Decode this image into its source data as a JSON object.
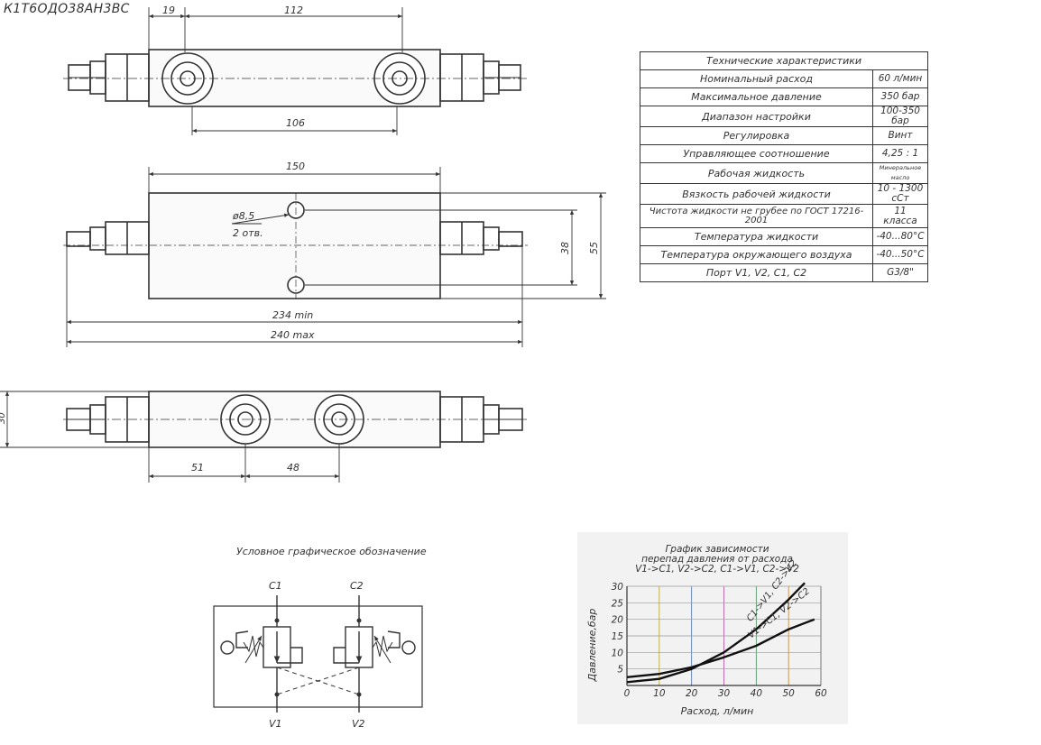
{
  "model_code": "К1Т6ОДО38АН3ВС",
  "dimensions": {
    "top_view": [
      "19",
      "112",
      "106"
    ],
    "front_view": [
      "150",
      "ø8,5",
      "2 отв.",
      "38",
      "55",
      "234 min",
      "240 max"
    ],
    "bottom_view": [
      "30",
      "51",
      "48"
    ]
  },
  "spec_table": {
    "title": "Технические характеристики",
    "rows": [
      {
        "param": "Номинальный расход",
        "value": "60 л/мин"
      },
      {
        "param": "Максимальное давление",
        "value": "350 бар"
      },
      {
        "param": "Диапазон настройки",
        "value": "100-350 бар"
      },
      {
        "param": "Регулировка",
        "value": "Винт"
      },
      {
        "param": "Управляющее соотношение",
        "value": "4,25 : 1"
      },
      {
        "param": "Рабочая жидкость",
        "value": "Минеральное масло"
      },
      {
        "param": "Вязкость рабочей жидкости",
        "value": "10 - 1300 сСт"
      },
      {
        "param": "Чистота жидкости не грубее по ГОСТ 17216-2001",
        "value": "11 класса"
      },
      {
        "param": "Температура жидкости",
        "value": "-40...80°С"
      },
      {
        "param": "Температура окружающего воздуха",
        "value": "-40...50°С"
      },
      {
        "param": "Порт V1, V2, C1, C2",
        "value": "G3/8\""
      }
    ]
  },
  "symbol": {
    "title": "Условное графическое обозначение",
    "ports": [
      "C1",
      "C2",
      "V1",
      "V2"
    ]
  },
  "chart_data": {
    "type": "line",
    "title": "График зависимости перепад давления от расхода V1->C1, V2->C2, C1->V1, C2->V2",
    "title_lines": [
      "График зависимости",
      "перепад давления от расхода",
      "V1->C1, V2->C2, C1->V1, C2->V2"
    ],
    "xlabel": "Расход, л/мин",
    "ylabel": "Давление,бар",
    "xlim": [
      0,
      60
    ],
    "ylim": [
      0,
      30
    ],
    "x_ticks": [
      0,
      10,
      20,
      30,
      40,
      50,
      60
    ],
    "y_ticks": [
      5,
      10,
      15,
      20,
      25,
      30
    ],
    "grid": true,
    "series": [
      {
        "name": "C1->V1, C2->V2",
        "x": [
          0,
          10,
          20,
          30,
          40,
          50,
          55
        ],
        "y": [
          1,
          2,
          5,
          10,
          17,
          26,
          31
        ]
      },
      {
        "name": "V1->C1, V2->C2",
        "x": [
          0,
          10,
          20,
          30,
          40,
          50,
          58
        ],
        "y": [
          2.5,
          3.5,
          5.5,
          8.5,
          12,
          17,
          20
        ]
      }
    ]
  }
}
